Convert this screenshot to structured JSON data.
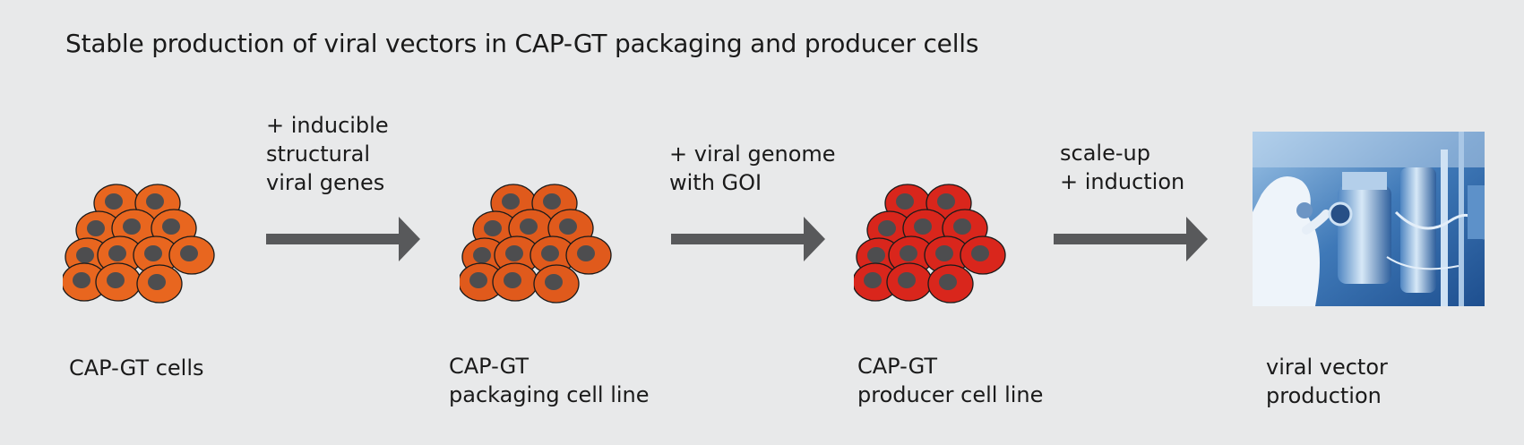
{
  "title": "Stable production of viral vectors in CAP-GT packaging and producer cells",
  "stages": [
    {
      "caption": [
        "CAP-GT cells"
      ],
      "cell_fill": "#e8661f"
    },
    {
      "caption": [
        "CAP-GT",
        "packaging cell line"
      ],
      "cell_fill": "#e05a1c"
    },
    {
      "caption": [
        "CAP-GT",
        "producer cell line"
      ],
      "cell_fill": "#d9261c"
    },
    {
      "caption": [
        "viral vector",
        "production"
      ]
    }
  ],
  "steps": [
    {
      "lines": [
        "+ inducible",
        "structural",
        "viral genes"
      ]
    },
    {
      "lines": [
        "+ viral genome",
        "with GOI"
      ]
    },
    {
      "lines": [
        "scale-up",
        "+ induction"
      ]
    }
  ],
  "colors": {
    "background": "#e8e9ea",
    "arrow": "#58595b",
    "nucleus": "#4d4d4f",
    "photo_tint": "#3b6ea8"
  },
  "icons": {
    "arrow": "right-arrow-icon",
    "cells": "cell-cluster-icon",
    "photo": "bioreactor-photo"
  }
}
